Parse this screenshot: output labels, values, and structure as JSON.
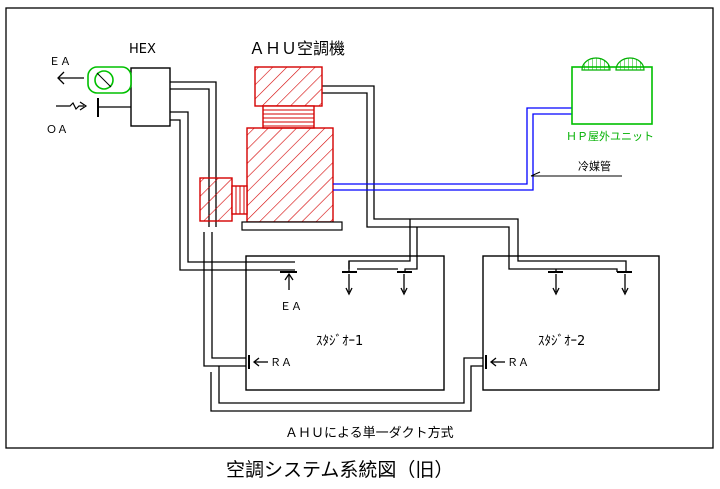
{
  "labels": {
    "hex": "HEX",
    "ahu": "ＡＨＵ空調機",
    "ea_out": "ＥＡ",
    "oa_in": "ＯＡ",
    "hp_unit": "ＨＰ屋外ユニット",
    "refrigerant": "冷媒管",
    "ea_studio1": "ＥＡ",
    "ra_studio1": "ＲＡ",
    "ra_studio2": "ＲＡ",
    "studio1": "ｽﾀｼﾞｵｰ1",
    "studio2": "ｽﾀｼﾞｵｰ2",
    "system_note": "ＡＨＵによる単一ダクト方式",
    "caption": "空調システム系統図（旧）"
  },
  "colors": {
    "ahu_red": "#d40000",
    "hp_green": "#00c000",
    "refrigerant_blue": "#0000ff",
    "duct": "#000000"
  },
  "icons": {
    "ea_arrow": "arrow-left-icon",
    "oa_arrow": "arrow-right-icon",
    "fan": "fan-icon",
    "diffuser": "supply-diffuser-icon",
    "return_grille": "return-grille-icon"
  }
}
